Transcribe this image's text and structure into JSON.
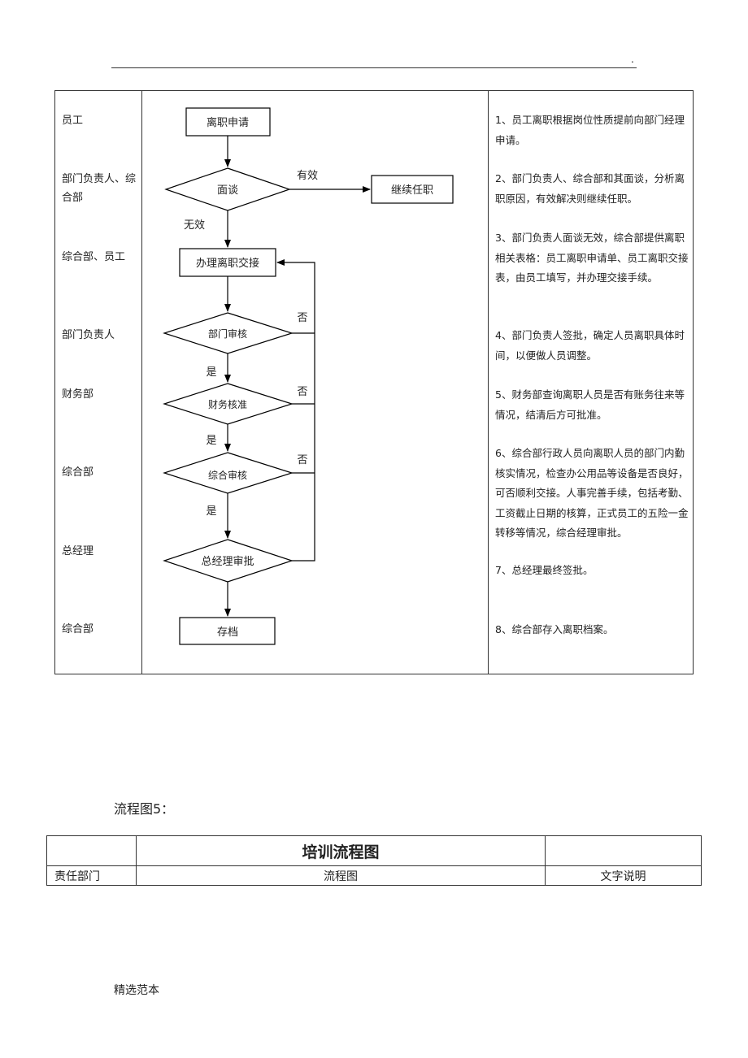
{
  "header": {
    "dot": "."
  },
  "departments": [
    "员工",
    "部门负责人、综合部",
    "综合部、员工",
    "部门负责人",
    "财务部",
    "综合部",
    "总经理",
    "综合部"
  ],
  "flow": {
    "start": "离职申请",
    "interview": "面谈",
    "valid": "有效",
    "continue": "继续任职",
    "invalid": "无效",
    "handover": "办理离职交接",
    "dept_review": "部门审核",
    "finance_approve": "财务核准",
    "admin_review": "综合审核",
    "gm_approve": "总经理审批",
    "archive": "存档",
    "yes": "是",
    "no": "否"
  },
  "notes": [
    "1、员工离职根据岗位性质提前向部门经理申请。",
    "2、部门负责人、综合部和其面谈，分析离职原因，有效解决则继续任职。",
    "3、部门负责人面谈无效，综合部提供离职相关表格：员工离职申请单、员工离职交接表，由员工填写，并办理交接手续。",
    "4、部门负责人签批，确定人员离职具体时间，以便做人员调整。",
    "5、财务部查询离职人员是否有账务往来等情况，结清后方可批准。",
    "6、综合部行政人员向离职人员的部门内勤核实情况，检查办公用品等设备是否良好，可否顺利交接。人事完善手续，包括考勤、工资截止日期的核算，正式员工的五险一金转移等情况，综合经理审批。",
    "7、总经理最终签批。",
    "8、综合部存入离职档案。"
  ],
  "caption": "流程图5：",
  "table2": {
    "title": "培训流程图",
    "col1": "责任部门",
    "col2": "流程图",
    "col3": "文字说明"
  },
  "footer": "精选范本"
}
